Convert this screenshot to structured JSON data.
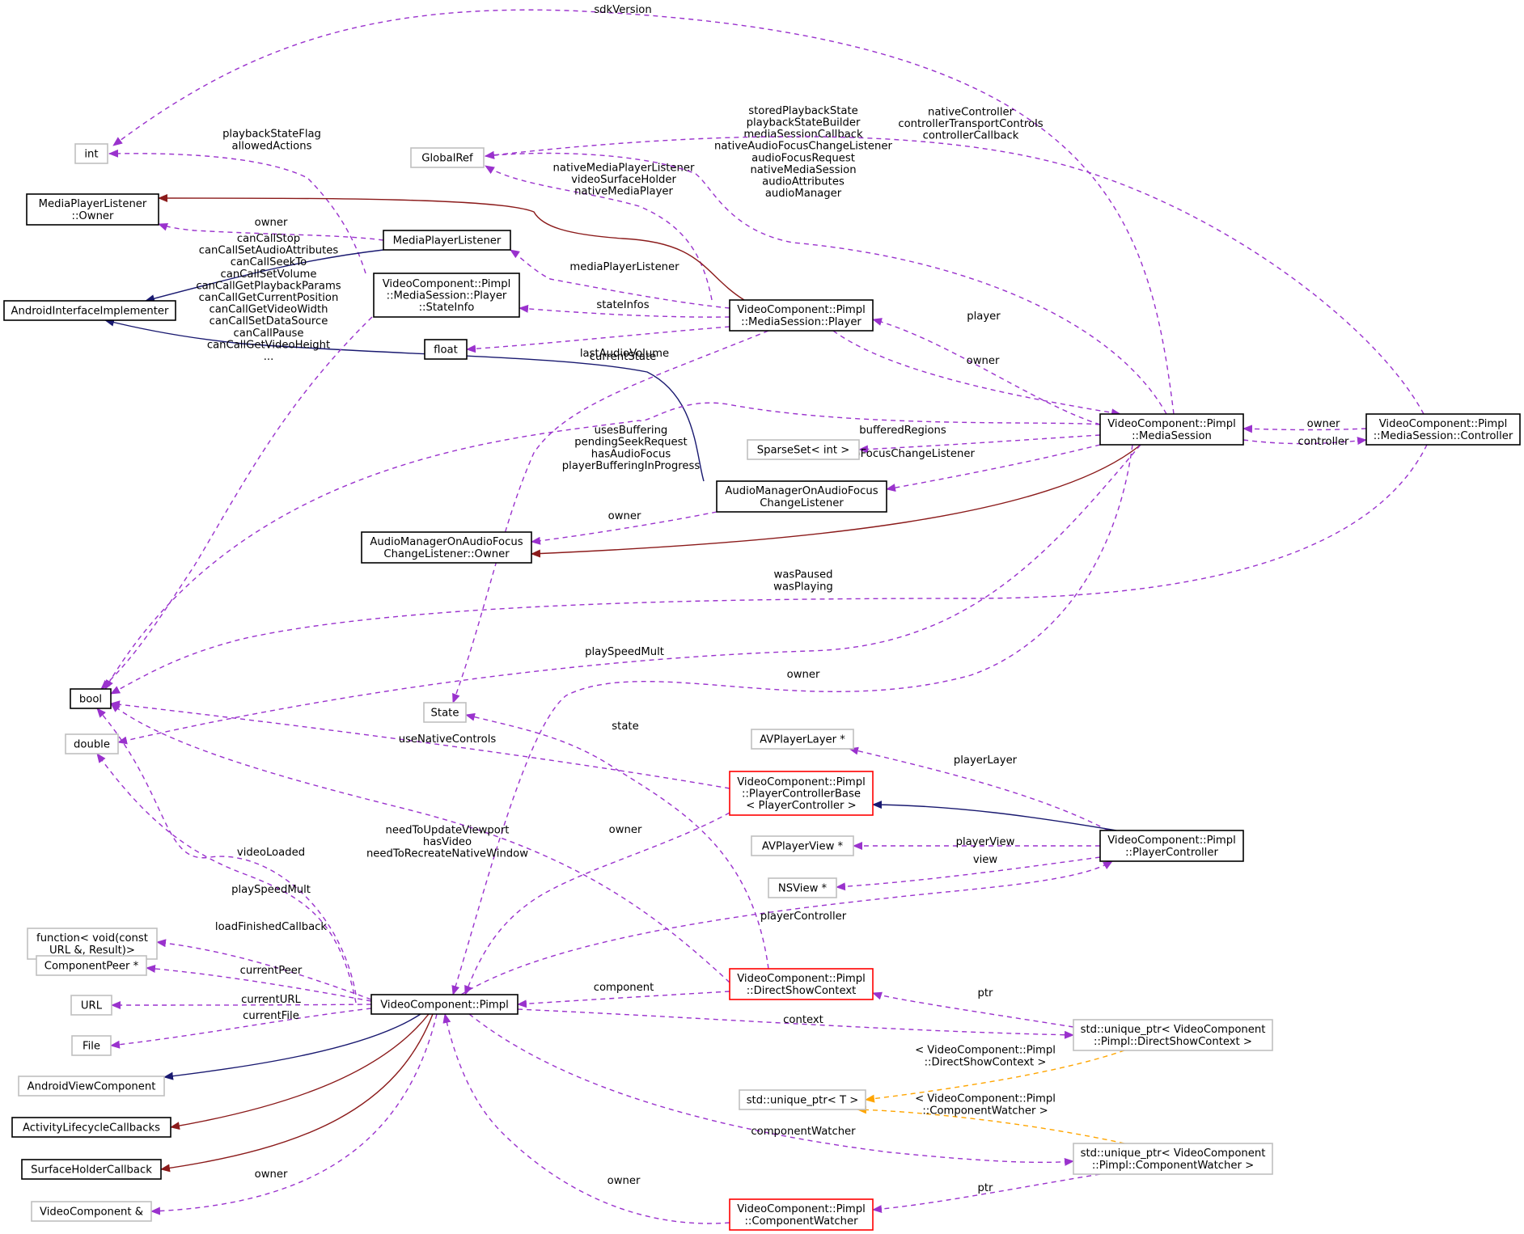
{
  "colors": {
    "member": "#9a32cd",
    "public_inherit": "#191970",
    "private_inherit": "#8b1a1a",
    "template": "#ffa500",
    "node_default": "#000000",
    "node_external": "#bfbfbf",
    "node_incomplete": "#ff0000",
    "node_focus_fill": "#bfbfbf"
  },
  "nodes": {
    "int": {
      "label": [
        "int"
      ],
      "style": "external"
    },
    "globalref": {
      "label": [
        "GlobalRef"
      ],
      "style": "external"
    },
    "mpl_owner": {
      "label": [
        "MediaPlayerListener",
        "::Owner"
      ],
      "style": "default"
    },
    "mpl": {
      "label": [
        "MediaPlayerListener"
      ],
      "style": "default"
    },
    "aii": {
      "label": [
        "AndroidInterfaceImplementer"
      ],
      "style": "default"
    },
    "stateinfo": {
      "label": [
        "VideoComponent::Pimpl",
        "::MediaSession::Player",
        "::StateInfo"
      ],
      "style": "default"
    },
    "float": {
      "label": [
        "float"
      ],
      "style": "default"
    },
    "player": {
      "label": [
        "VideoComponent::Pimpl",
        "::MediaSession::Player"
      ],
      "style": "focus"
    },
    "mediasession": {
      "label": [
        "VideoComponent::Pimpl",
        "::MediaSession"
      ],
      "style": "default"
    },
    "controller": {
      "label": [
        "VideoComponent::Pimpl",
        "::MediaSession::Controller"
      ],
      "style": "default"
    },
    "sparseset": {
      "label": [
        "SparseSet< int >"
      ],
      "style": "external"
    },
    "amaf_listener": {
      "label": [
        "AudioManagerOnAudioFocus",
        "ChangeListener"
      ],
      "style": "default"
    },
    "amaf_owner": {
      "label": [
        "AudioManagerOnAudioFocus",
        "ChangeListener::Owner"
      ],
      "style": "default"
    },
    "bool": {
      "label": [
        "bool"
      ],
      "style": "default"
    },
    "state": {
      "label": [
        "State"
      ],
      "style": "external"
    },
    "double": {
      "label": [
        "double"
      ],
      "style": "external"
    },
    "avplayerlayer": {
      "label": [
        "AVPlayerLayer *"
      ],
      "style": "external"
    },
    "pcbase": {
      "label": [
        "VideoComponent::Pimpl",
        "::PlayerControllerBase",
        "< PlayerController >"
      ],
      "style": "incomplete"
    },
    "avplayerview": {
      "label": [
        "AVPlayerView *"
      ],
      "style": "external"
    },
    "pcontroller": {
      "label": [
        "VideoComponent::Pimpl",
        "::PlayerController"
      ],
      "style": "default"
    },
    "nsview": {
      "label": [
        "NSView *"
      ],
      "style": "external"
    },
    "function": {
      "label": [
        "function< void(const",
        "URL &, Result)>"
      ],
      "style": "external"
    },
    "componentpeer": {
      "label": [
        "ComponentPeer *"
      ],
      "style": "external"
    },
    "dsc": {
      "label": [
        "VideoComponent::Pimpl",
        "::DirectShowContext"
      ],
      "style": "incomplete"
    },
    "url": {
      "label": [
        "URL"
      ],
      "style": "external"
    },
    "pimpl": {
      "label": [
        "VideoComponent::Pimpl"
      ],
      "style": "default"
    },
    "uptr_dsc": {
      "label": [
        "std::unique_ptr< VideoComponent",
        "::Pimpl::DirectShowContext >"
      ],
      "style": "external"
    },
    "file": {
      "label": [
        "File"
      ],
      "style": "external"
    },
    "androidview": {
      "label": [
        "AndroidViewComponent"
      ],
      "style": "external"
    },
    "uptr_t": {
      "label": [
        "std::unique_ptr< T >"
      ],
      "style": "external"
    },
    "alc": {
      "label": [
        "ActivityLifecycleCallbacks"
      ],
      "style": "default"
    },
    "uptr_cw": {
      "label": [
        "std::unique_ptr< VideoComponent",
        "::Pimpl::ComponentWatcher >"
      ],
      "style": "external"
    },
    "shc": {
      "label": [
        "SurfaceHolderCallback"
      ],
      "style": "default"
    },
    "videocomponent_ref": {
      "label": [
        "VideoComponent &"
      ],
      "style": "external"
    },
    "cw": {
      "label": [
        "VideoComponent::Pimpl",
        "::ComponentWatcher"
      ],
      "style": "incomplete"
    }
  },
  "edges": [
    {
      "id": "mediasession-int",
      "kind": "member",
      "from": "mediasession",
      "to": "int",
      "label": [
        "sdkVersion"
      ]
    },
    {
      "id": "stateinfo-int",
      "kind": "member",
      "from": "stateinfo",
      "to": "int",
      "label": [
        "playbackStateFlag",
        "allowedActions"
      ]
    },
    {
      "id": "player-globalref",
      "kind": "member",
      "from": "player",
      "to": "globalref",
      "label": [
        "nativeMediaPlayerListener",
        "videoSurfaceHolder",
        "nativeMediaPlayer"
      ]
    },
    {
      "id": "mediasession-globalref",
      "kind": "member",
      "from": "mediasession",
      "to": "globalref",
      "label": [
        "storedPlaybackState",
        "playbackStateBuilder",
        "mediaSessionCallback",
        "nativeAudioFocusChangeListener",
        "audioFocusRequest",
        "nativeMediaSession",
        "audioAttributes",
        "audioManager"
      ]
    },
    {
      "id": "controller-globalref",
      "kind": "member",
      "from": "controller",
      "to": "globalref",
      "label": [
        "nativeController",
        "controllerTransportControls",
        "controllerCallback"
      ]
    },
    {
      "id": "player-mplowner",
      "kind": "private",
      "from": "player",
      "to": "mpl_owner",
      "label": []
    },
    {
      "id": "mpl-mplowner",
      "kind": "member",
      "from": "mpl",
      "to": "mpl_owner",
      "label": [
        "owner"
      ]
    },
    {
      "id": "mpl-aii",
      "kind": "public",
      "from": "mpl",
      "to": "aii",
      "label": []
    },
    {
      "id": "amaf-aii",
      "kind": "public",
      "from": "amaf_listener",
      "to": "aii",
      "label": []
    },
    {
      "id": "player-mpl",
      "kind": "member",
      "from": "player",
      "to": "mpl",
      "label": [
        "mediaPlayerListener"
      ]
    },
    {
      "id": "player-stateinfo",
      "kind": "member",
      "from": "player",
      "to": "stateinfo",
      "label": [
        "stateInfos"
      ]
    },
    {
      "id": "player-float",
      "kind": "member",
      "from": "player",
      "to": "float",
      "label": [
        "lastAudioVolume"
      ]
    },
    {
      "id": "player-state",
      "kind": "member",
      "from": "player",
      "to": "state",
      "label": [
        "currentState"
      ]
    },
    {
      "id": "mediasession-player",
      "kind": "member",
      "from": "mediasession",
      "to": "player",
      "label": [
        "player"
      ]
    },
    {
      "id": "player-mediasession",
      "kind": "member",
      "from": "player",
      "to": "mediasession",
      "label": [
        "owner"
      ]
    },
    {
      "id": "stateinfo-bool",
      "kind": "member",
      "from": "stateinfo",
      "to": "bool",
      "label": [
        "canCallStop",
        "canCallSetAudioAttributes",
        "canCallSeekTo",
        "canCallSetVolume",
        "canCallGetPlaybackParams",
        "canCallGetCurrentPosition",
        "canCallGetVideoWidth",
        "canCallSetDataSource",
        "canCallPause",
        "canCallGetVideoHeight",
        "..."
      ]
    },
    {
      "id": "mediasession-bool",
      "kind": "member",
      "from": "mediasession",
      "to": "bool",
      "label": [
        "usesBuffering",
        "pendingSeekRequest",
        "hasAudioFocus",
        "playerBufferingInProgress"
      ]
    },
    {
      "id": "mediasession-sparseset",
      "kind": "member",
      "from": "mediasession",
      "to": "sparseset",
      "label": [
        "bufferedRegions"
      ]
    },
    {
      "id": "mediasession-amaf",
      "kind": "member",
      "from": "mediasession",
      "to": "amaf_listener",
      "label": [
        "audioFocusChangeListener"
      ]
    },
    {
      "id": "amaf-amafowner",
      "kind": "member",
      "from": "amaf_listener",
      "to": "amaf_owner",
      "label": [
        "owner"
      ]
    },
    {
      "id": "mediasession-amafowner",
      "kind": "private",
      "from": "mediasession",
      "to": "amaf_owner",
      "label": []
    },
    {
      "id": "controller-mediasession",
      "kind": "member",
      "from": "controller",
      "to": "mediasession",
      "label": [
        "owner"
      ]
    },
    {
      "id": "mediasession-controller",
      "kind": "member",
      "from": "mediasession",
      "to": "controller",
      "label": [
        "controller"
      ]
    },
    {
      "id": "controller-bool",
      "kind": "member",
      "from": "controller",
      "to": "bool",
      "label": [
        "wasPaused",
        "wasPlaying"
      ]
    },
    {
      "id": "mediasession-double",
      "kind": "member",
      "from": "mediasession",
      "to": "double",
      "label": [
        "playSpeedMult"
      ]
    },
    {
      "id": "mediasession-pimpl",
      "kind": "member",
      "from": "mediasession",
      "to": "pimpl",
      "label": [
        "owner"
      ]
    },
    {
      "id": "pcbase-bool",
      "kind": "member",
      "from": "pcbase",
      "to": "bool",
      "label": [
        "useNativeControls"
      ]
    },
    {
      "id": "dsc-bool",
      "kind": "member",
      "from": "dsc",
      "to": "bool",
      "label": [
        "needToUpdateViewport",
        "hasVideo",
        "needToRecreateNativeWindow"
      ]
    },
    {
      "id": "pimpl-bool",
      "kind": "member",
      "from": "pimpl",
      "to": "bool",
      "label": [
        "videoLoaded"
      ]
    },
    {
      "id": "dsc-state",
      "kind": "member",
      "from": "dsc",
      "to": "state",
      "label": [
        "state"
      ]
    },
    {
      "id": "pimpl-double",
      "kind": "member",
      "from": "pimpl",
      "to": "double",
      "label": [
        "playSpeedMult"
      ]
    },
    {
      "id": "pcontroller-avplayerlayer",
      "kind": "member",
      "from": "pcontroller",
      "to": "avplayerlayer",
      "label": [
        "playerLayer"
      ]
    },
    {
      "id": "pcontroller-pcbase",
      "kind": "public",
      "from": "pcontroller",
      "to": "pcbase",
      "label": []
    },
    {
      "id": "pcbase-pimpl",
      "kind": "member",
      "from": "pcbase",
      "to": "pimpl",
      "label": [
        "owner"
      ]
    },
    {
      "id": "pcontroller-avplayerview",
      "kind": "member",
      "from": "pcontroller",
      "to": "avplayerview",
      "label": [
        "playerView"
      ]
    },
    {
      "id": "pcontroller-nsview",
      "kind": "member",
      "from": "pcontroller",
      "to": "nsview",
      "label": [
        "view"
      ]
    },
    {
      "id": "pimpl-pcontroller",
      "kind": "member",
      "from": "pimpl",
      "to": "pcontroller",
      "label": [
        "playerController"
      ]
    },
    {
      "id": "pimpl-function",
      "kind": "member",
      "from": "pimpl",
      "to": "function",
      "label": [
        "loadFinishedCallback"
      ]
    },
    {
      "id": "pimpl-componentpeer",
      "kind": "member",
      "from": "pimpl",
      "to": "componentpeer",
      "label": [
        "currentPeer"
      ]
    },
    {
      "id": "pimpl-url",
      "kind": "member",
      "from": "pimpl",
      "to": "url",
      "label": [
        "currentURL"
      ]
    },
    {
      "id": "pimpl-file",
      "kind": "member",
      "from": "pimpl",
      "to": "file",
      "label": [
        "currentFile"
      ]
    },
    {
      "id": "dsc-pimpl",
      "kind": "member",
      "from": "dsc",
      "to": "pimpl",
      "label": [
        "component"
      ]
    },
    {
      "id": "uptrdsc-dsc",
      "kind": "member",
      "from": "uptr_dsc",
      "to": "dsc",
      "label": [
        "ptr"
      ]
    },
    {
      "id": "pimpl-uptrdsc",
      "kind": "member",
      "from": "pimpl",
      "to": "uptr_dsc",
      "label": [
        "context"
      ]
    },
    {
      "id": "uptrdsc-uptrt",
      "kind": "template",
      "from": "uptr_dsc",
      "to": "uptr_t",
      "label": [
        "< VideoComponent::Pimpl",
        "::DirectShowContext >"
      ]
    },
    {
      "id": "uptrcw-uptrt",
      "kind": "template",
      "from": "uptr_cw",
      "to": "uptr_t",
      "label": [
        "< VideoComponent::Pimpl",
        "::ComponentWatcher >"
      ]
    },
    {
      "id": "pimpl-uptrcw",
      "kind": "member",
      "from": "pimpl",
      "to": "uptr_cw",
      "label": [
        "componentWatcher"
      ]
    },
    {
      "id": "uptrcw-cw",
      "kind": "member",
      "from": "uptr_cw",
      "to": "cw",
      "label": [
        "ptr"
      ]
    },
    {
      "id": "pimpl-androidview",
      "kind": "public",
      "from": "pimpl",
      "to": "androidview",
      "label": []
    },
    {
      "id": "pimpl-alc",
      "kind": "private",
      "from": "pimpl",
      "to": "alc",
      "label": []
    },
    {
      "id": "pimpl-shc",
      "kind": "private",
      "from": "pimpl",
      "to": "shc",
      "label": []
    },
    {
      "id": "pimpl-videocomponent",
      "kind": "member",
      "from": "pimpl",
      "to": "videocomponent_ref",
      "label": [
        "owner"
      ]
    },
    {
      "id": "cw-pimpl",
      "kind": "member",
      "from": "cw",
      "to": "pimpl",
      "label": [
        "owner"
      ]
    }
  ]
}
